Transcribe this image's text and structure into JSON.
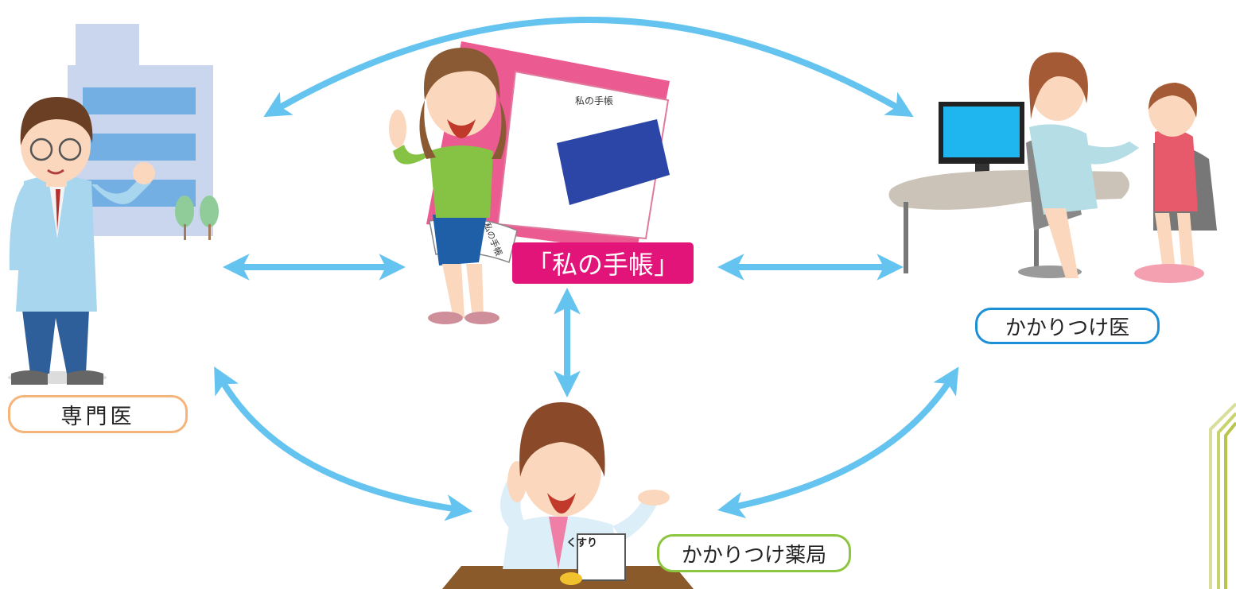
{
  "labels": {
    "notebook": "「私の手帳」",
    "specialist": "専門医",
    "family_doctor": "かかりつけ医",
    "pharmacy": "かかりつけ薬局",
    "medicine_note": "くすり",
    "notebook_cover": "私の手帳",
    "booklet": "私の手帳"
  },
  "colors": {
    "arrow": "#64c3ef",
    "notebook_badge": "#e2147a",
    "specialist_border": "#f4b47a",
    "family_doctor_border": "#1c8fd6",
    "pharmacy_border": "#8cc63f"
  }
}
